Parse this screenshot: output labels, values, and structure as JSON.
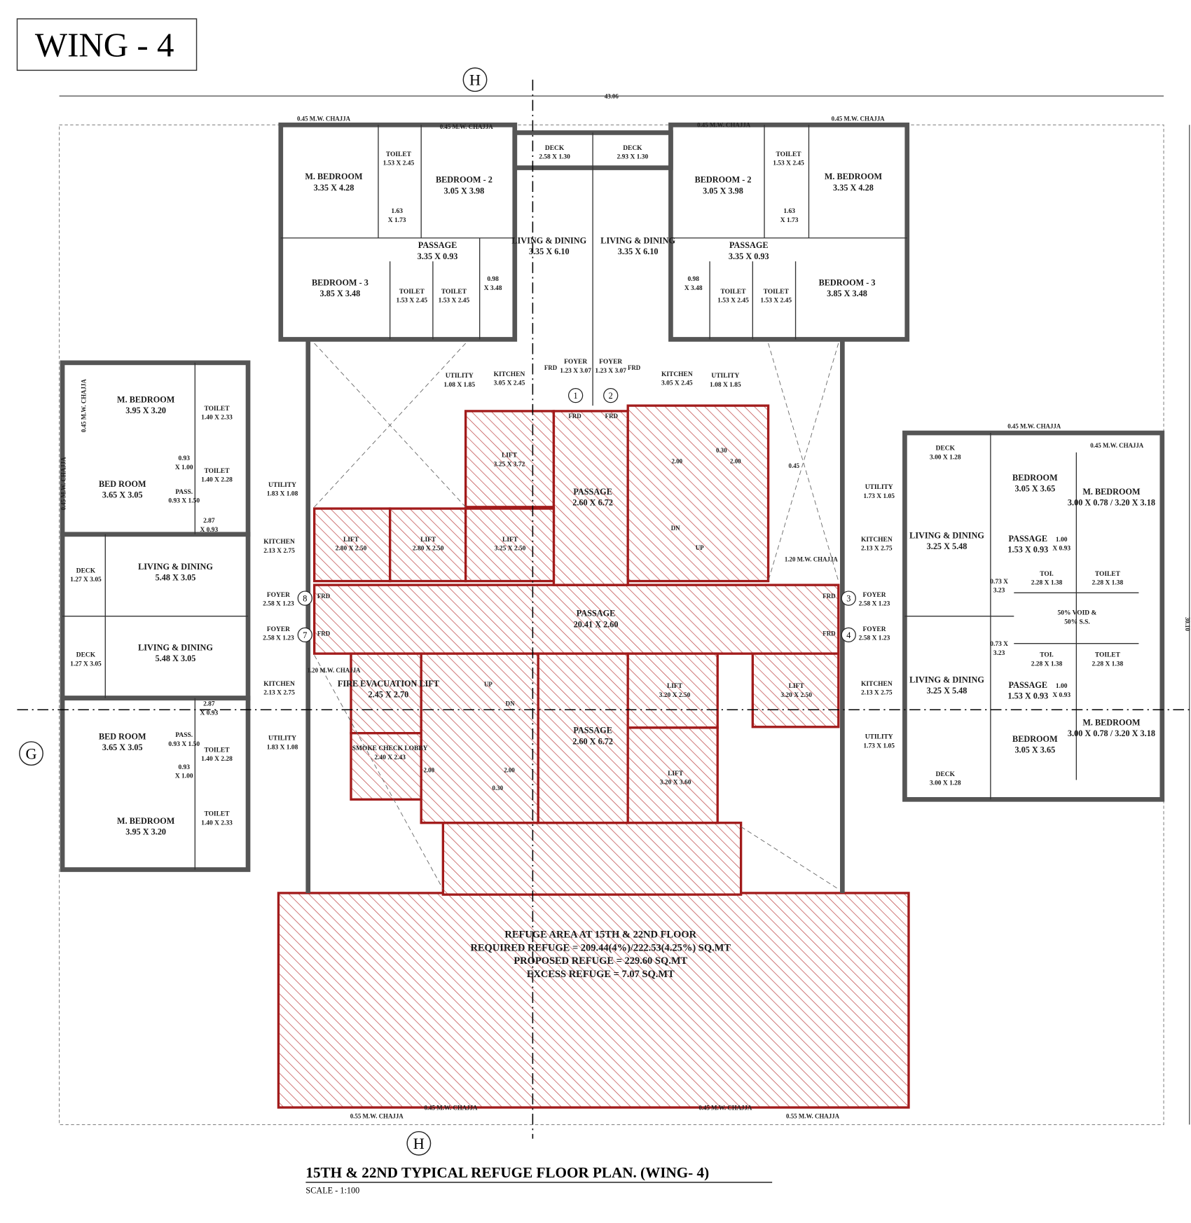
{
  "title_box": "WING - 4",
  "plan_title": "15TH & 22ND  TYPICAL REFUGE FLOOR PLAN. (WING- 4)",
  "scale": "SCALE - 1:100",
  "overall_width": "43.06",
  "overall_depth": "30.10",
  "refuge": {
    "line1": "REFUGE AREA AT 15TH & 22ND FLOOR",
    "line2": "REQUIRED REFUGE = 209.44(4%)/222.53(4.25%) SQ.MT",
    "line3": "PROPOSED REFUGE = 229.60 SQ.MT",
    "line4": "EXCESS REFUGE = 7.07 SQ.MT"
  },
  "section_markers": [
    "H",
    "H",
    "G"
  ],
  "door_markers": [
    "1",
    "2",
    "3",
    "4",
    "7",
    "8"
  ],
  "colors": {
    "hatch": "#a21b1b",
    "wall": "#555555"
  },
  "rooms": [
    [
      "M. BEDROOM",
      "3.35 X 4.28"
    ],
    [
      "TOILET",
      "1.53 X 2.45"
    ],
    [
      "1.63",
      "X 1.73"
    ],
    [
      "BEDROOM - 2",
      "3.05 X 3.98"
    ],
    [
      "PASSAGE",
      "3.35 X 0.93"
    ],
    [
      "BEDROOM - 3",
      "3.85 X 3.48"
    ],
    [
      "TOILET",
      "1.53 X 2.45"
    ],
    [
      "TOILET",
      "1.53 X 2.45"
    ],
    [
      "0.98",
      "X 3.48"
    ],
    [
      "DECK",
      "2.58 X 1.30"
    ],
    [
      "LIVING & DINING",
      "3.35 X 6.10"
    ],
    [
      "DECK",
      "2.93 X 1.30"
    ],
    [
      "LIVING & DINING",
      "3.35 X 6.10"
    ],
    [
      "BEDROOM - 2",
      "3.05 X 3.98"
    ],
    [
      "TOILET",
      "1.53 X 2.45"
    ],
    [
      "M. BEDROOM",
      "3.35 X 4.28"
    ],
    [
      "1.63",
      "X 1.73"
    ],
    [
      "PASSAGE",
      "3.35 X 0.93"
    ],
    [
      "0.98",
      "X 3.48"
    ],
    [
      "TOILET",
      "1.53 X 2.45"
    ],
    [
      "TOILET",
      "1.53 X 2.45"
    ],
    [
      "BEDROOM - 3",
      "3.85 X 3.48"
    ],
    [
      "FOYER",
      "1.23 X 3.07"
    ],
    [
      "FOYER",
      "1.23 X 3.07"
    ],
    [
      "KITCHEN",
      "3.05 X 2.45"
    ],
    [
      "KITCHEN",
      "3.05 X 2.45"
    ],
    [
      "UTILITY",
      "1.08 X 1.85"
    ],
    [
      "UTILITY",
      "1.08 X 1.85"
    ],
    [
      "LIFT",
      "3.25 X 3.72"
    ],
    [
      "PASSAGE",
      "2.60 X 6.72"
    ],
    [
      "LIFT",
      "2.80 X 2.50"
    ],
    [
      "LIFT",
      "2.80 X 2.50"
    ],
    [
      "LIFT",
      "3.25 X 2.50"
    ],
    [
      "PASSAGE",
      "20.41 X 2.60"
    ],
    [
      "FIRE EVACUATION LIFT",
      "2.45 X 2.70"
    ],
    [
      "SMOKE CHECK LOBBY",
      "2.40 X 2.43"
    ],
    [
      "PASSAGE",
      "2.60 X 6.72"
    ],
    [
      "LIFT",
      "3.20 X 2.50"
    ],
    [
      "LIFT",
      "3.20 X 2.50"
    ],
    [
      "LIFT",
      "3.20 X 3.60"
    ],
    [
      "M. BEDROOM",
      "3.95 X 3.20"
    ],
    [
      "M. BEDROOM",
      "3.95 X 3.20"
    ],
    [
      "TOILET",
      "1.40 X 2.33"
    ],
    [
      "TOILET",
      "1.40 X 2.33"
    ],
    [
      "TOILET",
      "1.40 X 2.28"
    ],
    [
      "TOILET",
      "1.40 X 2.28"
    ],
    [
      "BED ROOM",
      "3.65 X 3.05"
    ],
    [
      "BED ROOM",
      "3.65 X 3.05"
    ],
    [
      "PASS.",
      "0.93 X 1.50"
    ],
    [
      "PASS.",
      "0.93 X 1.50"
    ],
    [
      "0.93",
      "X 1.00"
    ],
    [
      "0.93",
      "X 1.00"
    ],
    [
      "UTILITY",
      "1.83 X 1.08"
    ],
    [
      "UTILITY",
      "1.83 X 1.08"
    ],
    [
      "2.87",
      "X 0.93"
    ],
    [
      "2.87",
      "X 0.93"
    ],
    [
      "KITCHEN",
      "2.13 X 2.75"
    ],
    [
      "KITCHEN",
      "2.13 X 2.75"
    ],
    [
      "DECK",
      "1.27 X 3.05"
    ],
    [
      "DECK",
      "1.27 X 3.05"
    ],
    [
      "LIVING & DINING",
      "5.48 X 3.05"
    ],
    [
      "LIVING & DINING",
      "5.48 X 3.05"
    ],
    [
      "FOYER",
      "2.58 X 1.23"
    ],
    [
      "FOYER",
      "2.58 X 1.23"
    ],
    [
      "DECK",
      "3.00 X 1.28"
    ],
    [
      "DECK",
      "3.00 X 1.28"
    ],
    [
      "BEDROOM",
      "3.05 X 3.65"
    ],
    [
      "BEDROOM",
      "3.05 X 3.65"
    ],
    [
      "M. BEDROOM",
      "3.00 X 0.78 / 3.20 X 3.18"
    ],
    [
      "M. BEDROOM",
      "3.00 X 0.78 / 3.20 X 3.18"
    ],
    [
      "UTILITY",
      "1.73 X 1.05"
    ],
    [
      "UTILITY",
      "1.73 X 1.05"
    ],
    [
      "KITCHEN",
      "2.13 X 2.75"
    ],
    [
      "KITCHEN",
      "2.13 X 2.75"
    ],
    [
      "LIVING & DINING",
      "3.25 X 5.48"
    ],
    [
      "LIVING & DINING",
      "3.25 X 5.48"
    ],
    [
      "PASSAGE",
      "1.53 X 0.93"
    ],
    [
      "PASSAGE",
      "1.53 X 0.93"
    ],
    [
      "1.00",
      "X 0.93"
    ],
    [
      "1.00",
      "X 0.93"
    ],
    [
      "TOI.",
      "2.28 X 1.38"
    ],
    [
      "TOI.",
      "2.28 X 1.38"
    ],
    [
      "TOILET",
      "2.28 X 1.38"
    ],
    [
      "TOILET",
      "2.28 X 1.38"
    ],
    [
      "0.73 X",
      "3.23"
    ],
    [
      "0.73 X",
      "3.23"
    ],
    [
      "50% VOID &",
      "50% S.S."
    ],
    [
      "FOYER",
      "2.58 X 1.23"
    ],
    [
      "FOYER",
      "2.58 X 1.23"
    ]
  ],
  "annotations": [
    "0.45 M.W. CHAJJA",
    "0.45 M.W. CHAJJA",
    "0.45 M.W. CHAJJA",
    "0.45 M.W. CHAJJA",
    "0.45 M.W. CHAJJA",
    "0.45 M.W. CHAJJA",
    "0.45 M.W. CHAJJA",
    "0.45 M.W. CHAJJA",
    "0.55 M.W. CHAJJA",
    "0.45 M.W. CHAJJA",
    "0.45 M.W. CHAJJA",
    "0.55 M.W. CHAJJA",
    "1.20 M.W. CHAJJA",
    "1.20 M.W. CHAJJA",
    "FRD",
    "FRD",
    "FRD",
    "FRD",
    "FRD",
    "FRD",
    "FRD",
    "FRD",
    "DN",
    "UP",
    "UP",
    "DN",
    "0.45",
    "2.00",
    "2.00",
    "2.00",
    "2.00",
    "0.30",
    "0.30"
  ]
}
